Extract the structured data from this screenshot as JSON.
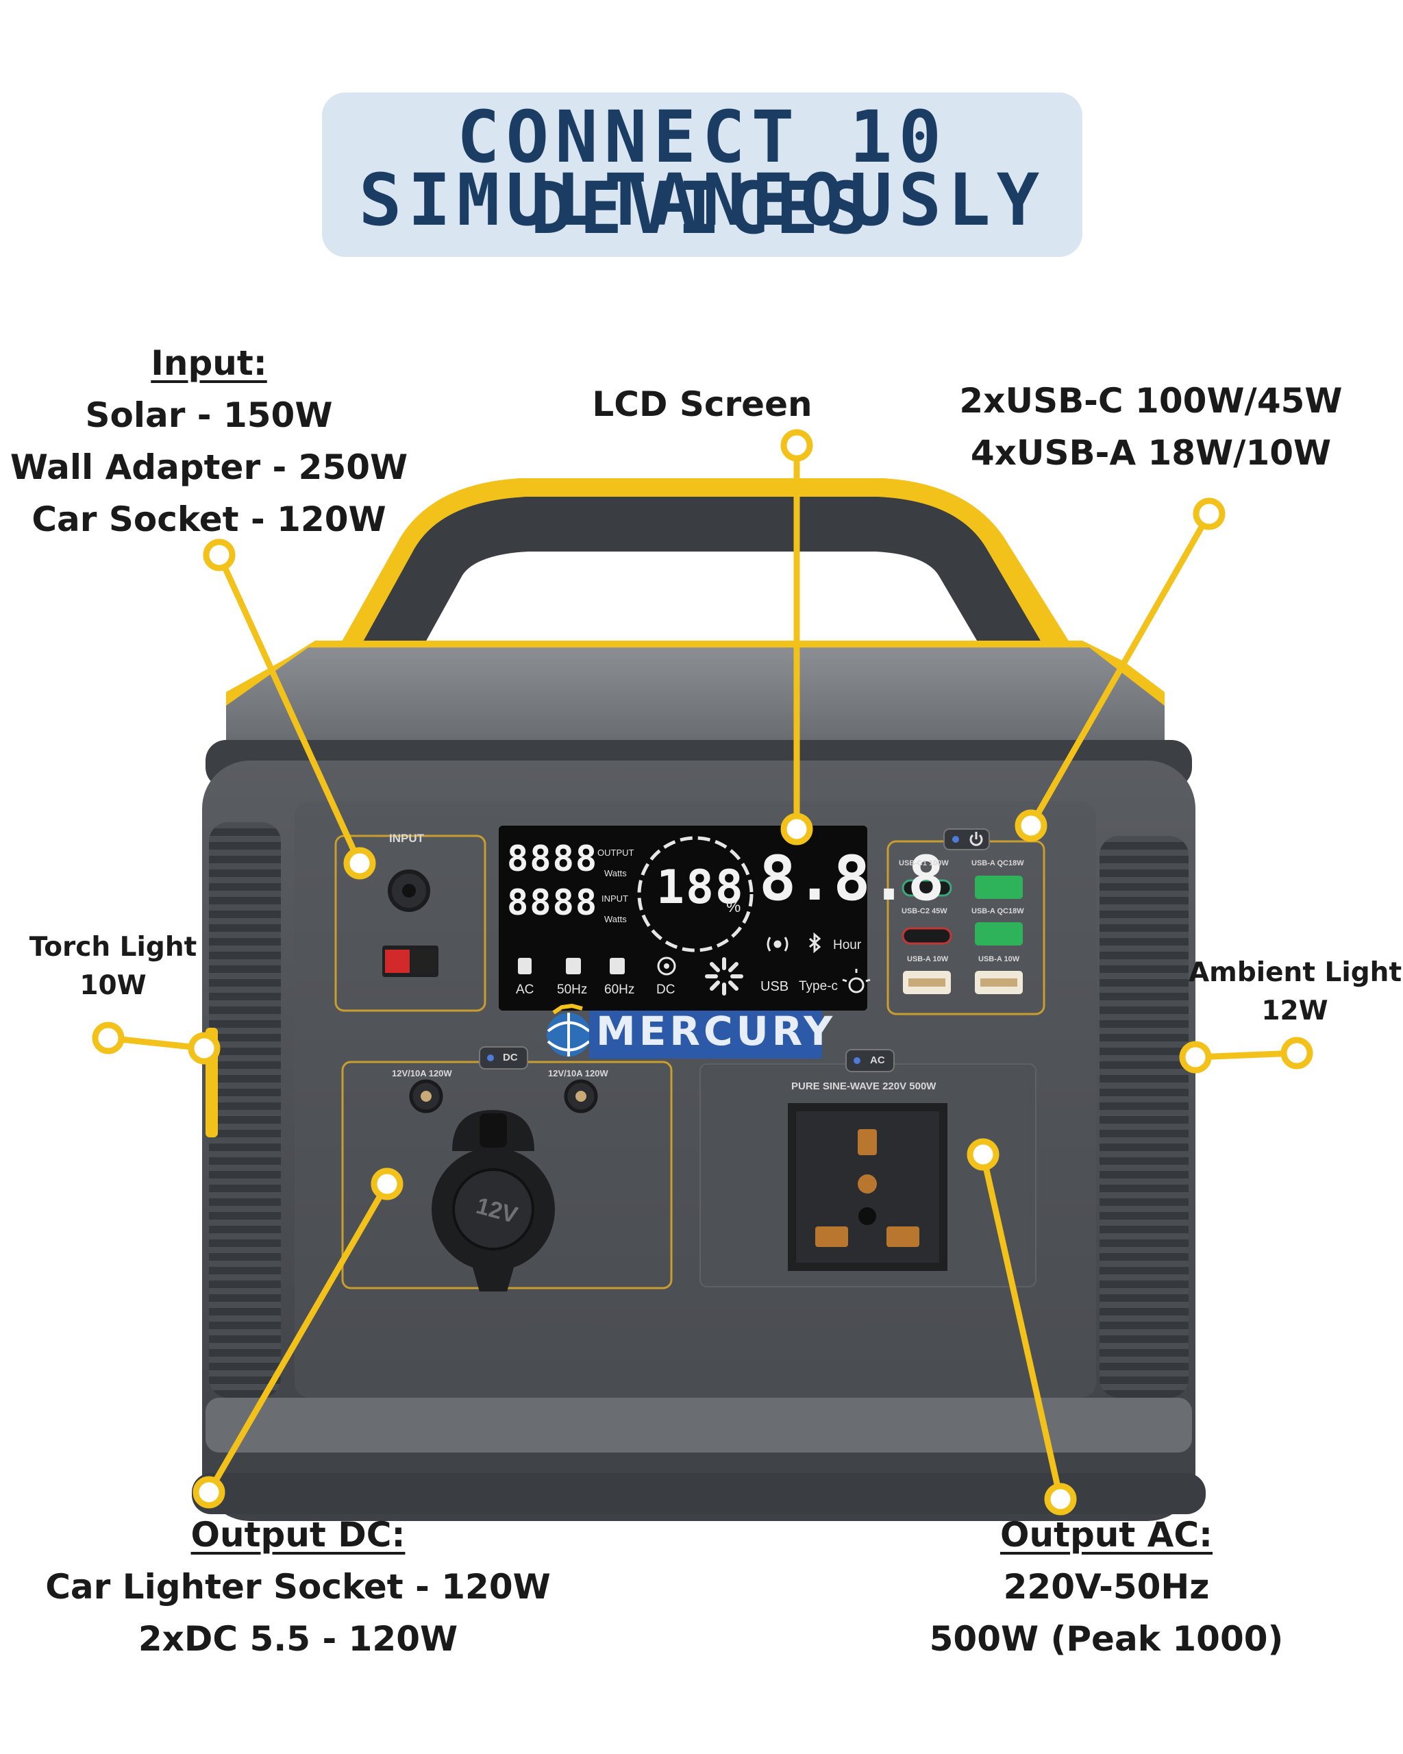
{
  "headline": {
    "line1": "CONNECT 10 DEVICES",
    "line2": "SIMULTANEOUSLY"
  },
  "callouts": {
    "input": {
      "heading": "Input:",
      "lines": [
        "Solar - 150W",
        "Wall Adapter - 250W",
        "Car Socket - 120W"
      ]
    },
    "lcd": {
      "heading": "LCD Screen"
    },
    "usb": {
      "lines": [
        "2xUSB-C 100W/45W",
        "4xUSB-A 18W/10W"
      ]
    },
    "torch": {
      "lines": [
        "Torch Light",
        "10W"
      ]
    },
    "ambient": {
      "lines": [
        "Ambient Light",
        "12W"
      ]
    },
    "output_dc": {
      "heading": "Output DC:",
      "lines": [
        "Car Lighter Socket - 120W",
        "2xDC 5.5 - 120W"
      ]
    },
    "output_ac": {
      "heading": "Output AC:",
      "lines": [
        "220V-50Hz",
        "500W (Peak 1000)"
      ]
    }
  },
  "device": {
    "brand": "MERCURY",
    "input_label": "INPUT",
    "dc_button": "DC",
    "ac_button": "AC",
    "dc_port_label_1": "12V/10A 120W",
    "dc_port_label_2": "12V/10A 120W",
    "car_socket_label": "12V",
    "ac_label": "PURE SINE-WAVE 220V 500W",
    "usb_ports": [
      "USB-C1 100W",
      "USB-A QC18W",
      "USB-C2 45W",
      "USB-A QC18W",
      "USB-A 10W",
      "USB-A 10W"
    ],
    "lcd": {
      "top_digits": "8888",
      "bottom_digits": "8888",
      "output": "OUTPUT",
      "input": "INPUT",
      "watts_1": "Watts",
      "watts_2": "Watts",
      "battery": "188",
      "percent": "%",
      "hours": "8.8.8",
      "hour": "Hour",
      "icons": [
        "AC",
        "50Hz",
        "60Hz",
        "DC"
      ],
      "usb": "USB",
      "typec": "Type-c"
    }
  },
  "colors": {
    "accent": "#f2c21b",
    "headline_text": "#1c3d63",
    "headline_bg": "#d9e6f2",
    "body_dark": "#4a4d52",
    "panel_trim": "#c99e2e"
  }
}
